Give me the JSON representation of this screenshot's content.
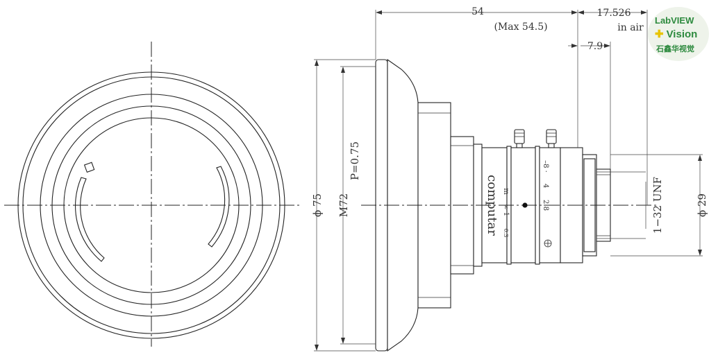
{
  "dimensions": {
    "overall_length": "54",
    "overall_length_max": "(Max 54.5)",
    "flange_distance": "17.526",
    "flange_note": "in air",
    "back_length": "7.9",
    "outer_diameter": "ϕ 75",
    "filter_thread": "M72",
    "filter_pitch": "P=0.75",
    "mount_thread": "1−32 UNF",
    "mount_diameter": "ϕ 29"
  },
  "barrel_markings": {
    "brand": "computar",
    "focus_label_1": "m",
    "focus_label_2": "∞ 1",
    "focus_label_3": "0.3",
    "aperture_label_1": "–8 ·",
    "aperture_label_2": "4",
    "aperture_label_3": "2.8"
  },
  "watermark": {
    "line1": "LabVIEW",
    "line2": "Vision",
    "line3": "石鑫华视觉",
    "color": "#2d8a3e"
  }
}
